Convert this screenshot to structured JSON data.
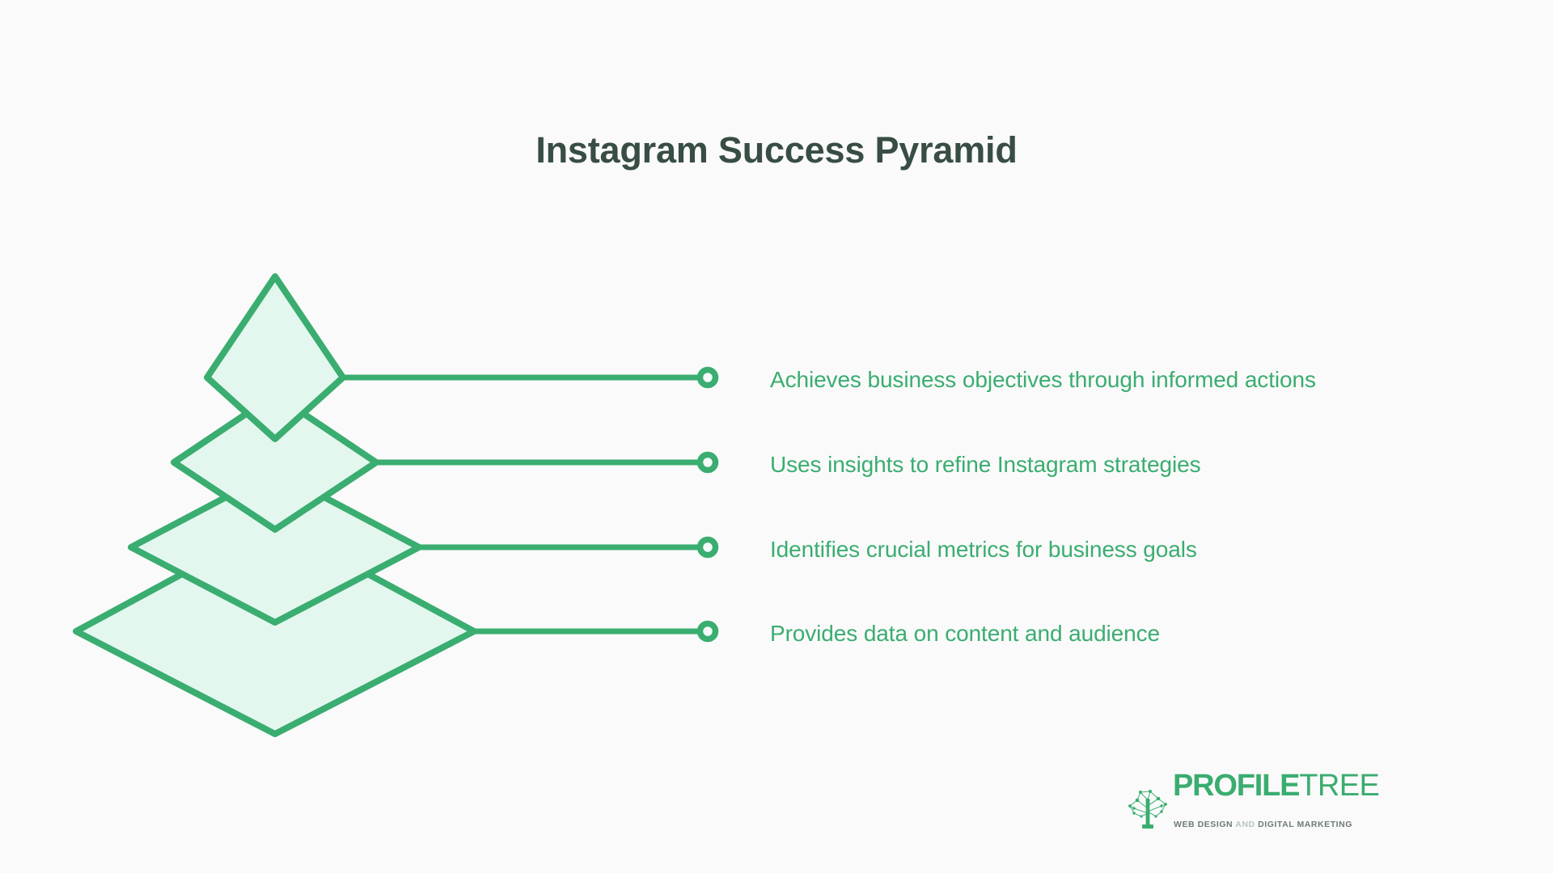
{
  "page": {
    "title": "Instagram Success Pyramid",
    "background_color": "#fafafa",
    "title_color": "#384d43",
    "accent_color": "#3aad70",
    "shape_fill_color": "#e4f7ef",
    "shape_stroke_color": "#3aad70"
  },
  "chart_data": {
    "type": "pyramid",
    "title": "Instagram Success Pyramid",
    "orientation": "vertical-stacked-diamonds",
    "levels_top_to_bottom": 4,
    "levels": [
      {
        "rank": 1,
        "position": "top",
        "label": "Achieves business objectives through informed actions",
        "relative_width": 0.33
      },
      {
        "rank": 2,
        "position": "upper-middle",
        "label": "Uses insights to refine Instagram strategies",
        "relative_width": 0.49
      },
      {
        "rank": 3,
        "position": "lower-middle",
        "label": "Identifies crucial metrics for business goals",
        "relative_width": 0.72
      },
      {
        "rank": 4,
        "position": "base",
        "label": "Provides data on content and audience",
        "relative_width": 1.0
      }
    ],
    "connector_marker": "ring-circle",
    "legend": null,
    "grid": false
  },
  "logo": {
    "name_bold": "PROFILE",
    "name_light": "TREE",
    "tagline_parts": [
      {
        "text": "WEB DESIGN ",
        "dim": false
      },
      {
        "text": "AND ",
        "dim": true
      },
      {
        "text": "DIGITAL MARKETING",
        "dim": false
      }
    ],
    "tagline_full": "WEB DESIGN AND DIGITAL MARKETING",
    "mark": "tree-network-icon"
  }
}
